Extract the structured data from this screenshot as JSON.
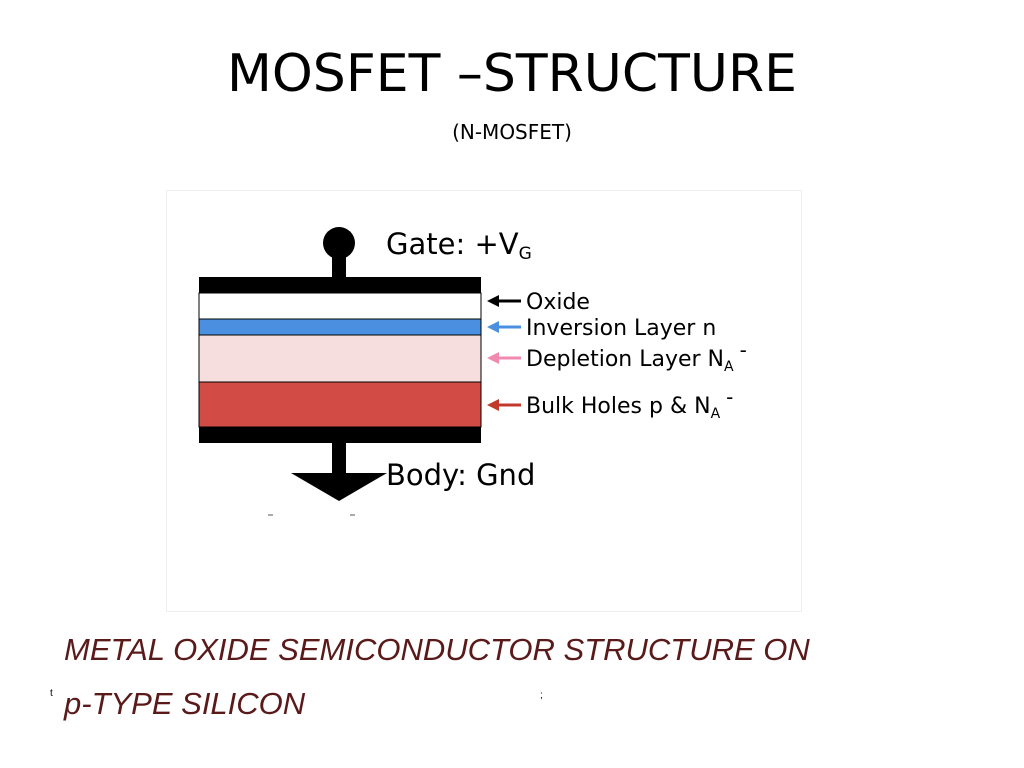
{
  "slide": {
    "title": "MOSFET –STRUCTURE",
    "subtitle": "(N-MOSFET)",
    "caption_line1": "METAL OXIDE SEMICONDUCTOR STRUCTURE ON",
    "caption_line2": "p-TYPE SILICON",
    "stray_mark_1": "t",
    "stray_mark_2": ";"
  },
  "diagram": {
    "gate_label": "Gate: +V",
    "gate_sub": "G",
    "body_label": "Body: Gnd",
    "layers": [
      {
        "label": "Oxide",
        "sub": "",
        "sup": "",
        "color": "#ffffff",
        "arrow_color": "#000000"
      },
      {
        "label": "Inversion Layer  n",
        "sub": "",
        "sup": "",
        "color": "#4a8fe0",
        "arrow_color": "#4a8fe0"
      },
      {
        "label": "Depletion Layer  N",
        "sub": "A",
        "sup": "-",
        "color": "#f7dede",
        "arrow_color": "#f08ab0"
      },
      {
        "label": "Bulk Holes p & N",
        "sub": "A",
        "sup": "-",
        "color": "#d24b45",
        "arrow_color": "#c0392b"
      }
    ],
    "metal_color": "#000000"
  }
}
